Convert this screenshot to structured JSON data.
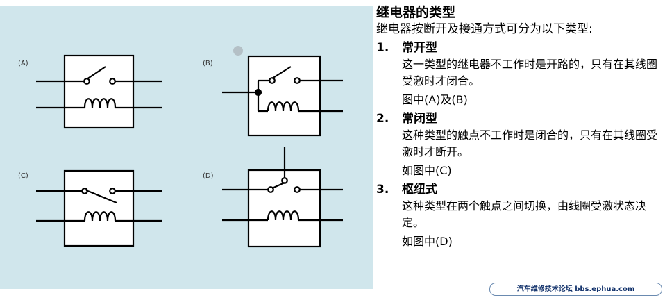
{
  "diagram": {
    "labels": {
      "a": "(A)",
      "b": "(B)",
      "c": "(C)",
      "d": "(D)"
    }
  },
  "text": {
    "title": "继电器的类型",
    "intro": "继电器按断开及接通方式可分为以下类型:",
    "items": [
      {
        "num": "1.",
        "heading": "常开型",
        "desc": "这一类型的继电器不工作时是开路的，只有在其线圈受激时才闭合。",
        "ref": "图中(A)及(B)"
      },
      {
        "num": "2.",
        "heading": "常闭型",
        "desc": "这种类型的触点不工作时是闭合的，只有在其线圈受激时才断开。",
        "ref": "如图中(C)"
      },
      {
        "num": "3.",
        "heading": "枢纽式",
        "desc": "这种类型在两个触点之间切换，由线圈受激状态决定。",
        "ref": "如图中(D)"
      }
    ]
  },
  "watermark": "汽车维修技术论坛 bbs.ephua.com",
  "colors": {
    "panel": "#d0e6ec",
    "line": "#000000"
  }
}
